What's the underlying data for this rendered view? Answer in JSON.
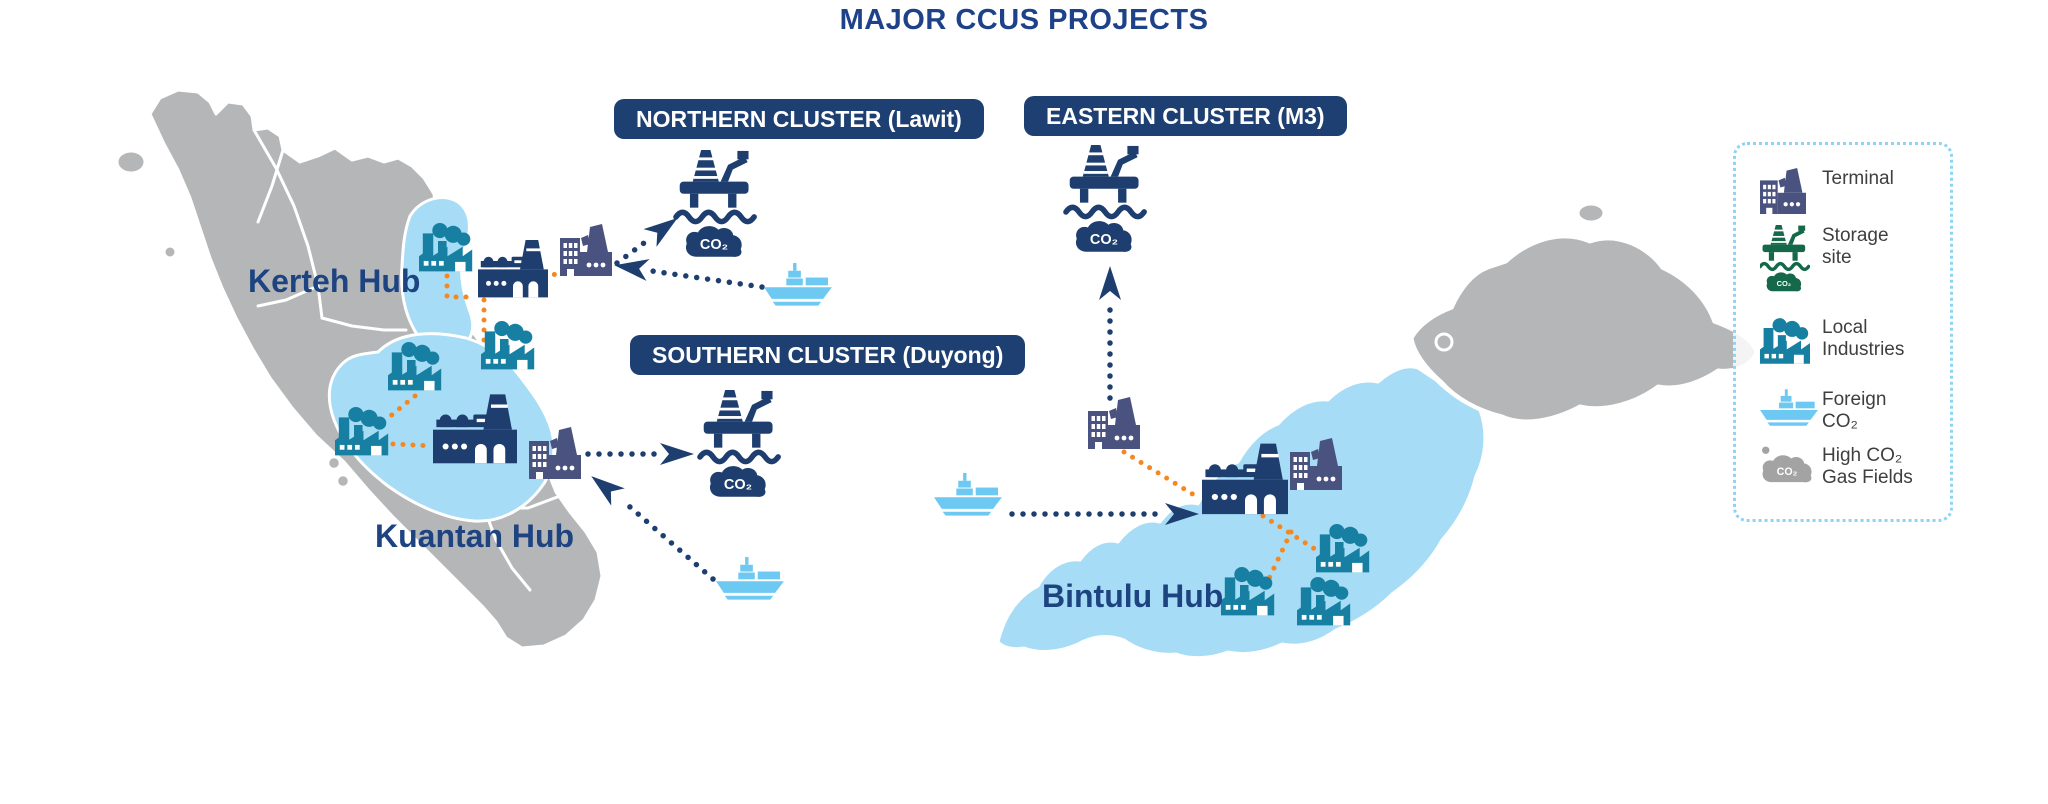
{
  "title": "MAJOR CCUS PROJECTS",
  "clusters": {
    "northern": {
      "label": "NORTHERN CLUSTER (Lawit)"
    },
    "eastern": {
      "label": "EASTERN CLUSTER (M3)"
    },
    "southern": {
      "label": "SOUTHERN CLUSTER (Duyong)"
    }
  },
  "hubs": {
    "kerteh": {
      "label": "Kerteh Hub"
    },
    "kuantan": {
      "label": "Kuantan Hub"
    },
    "bintulu": {
      "label": "Bintulu Hub"
    }
  },
  "legend": {
    "items": [
      {
        "icon": "terminal-icon",
        "label": "Terminal"
      },
      {
        "icon": "storage-site-icon",
        "label": "Storage\nsite"
      },
      {
        "icon": "local-industries-icon",
        "label": "Local\nIndustries"
      },
      {
        "icon": "foreign-co2-icon",
        "label": "Foreign\nCO₂"
      },
      {
        "icon": "high-co2-gas-fields-icon",
        "label": "High CO₂\nGas Fields"
      }
    ]
  },
  "labels": {
    "co2": "CO₂"
  },
  "colors": {
    "navy": "#1d3e6e",
    "title_blue": "#1e4289",
    "terminal_indigo": "#4a527f",
    "industry_teal": "#1780a2",
    "storage_green": "#15694a",
    "ship_blue": "#6ec9f2",
    "map_highlight_blue": "#a6dcf5",
    "map_gray": "#b5b6b8",
    "connector_orange": "#f6871f",
    "gas_cloud_gray": "#a3a3a3",
    "legend_border_blue": "#8ed3f4"
  }
}
